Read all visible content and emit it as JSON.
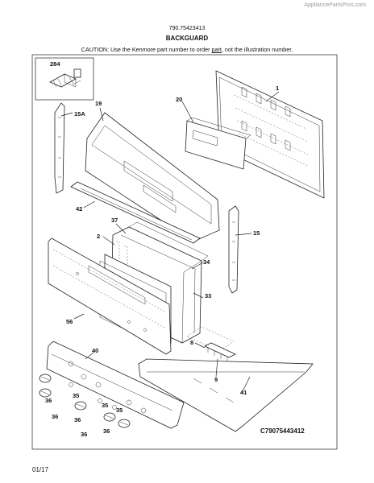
{
  "header": {
    "watermark": "AppliancePartsPros.com",
    "model_number": "790.75423413",
    "section_title": "BACKGUARD",
    "caution_prefix": "CAUTION: Use the Kenmore part number to order ",
    "caution_underlined": "part",
    "caution_suffix": ", not the illustration number."
  },
  "footer": {
    "page_code": "01/17",
    "drawing_number": "C79075443412"
  },
  "callouts": {
    "c284": "284",
    "c1": "1",
    "c20": "20",
    "c19": "19",
    "c15A": "15A",
    "c42": "42",
    "c37": "37",
    "c15": "15",
    "c2": "2",
    "c34": "34",
    "c33": "33",
    "c56": "56",
    "c40": "40",
    "c8": "8",
    "c9": "9",
    "c41": "41",
    "c36a": "36",
    "c35a": "35",
    "c36b": "36",
    "c35b": "35",
    "c36c": "36",
    "c35c": "35",
    "c36d": "36",
    "c36e": "36"
  }
}
